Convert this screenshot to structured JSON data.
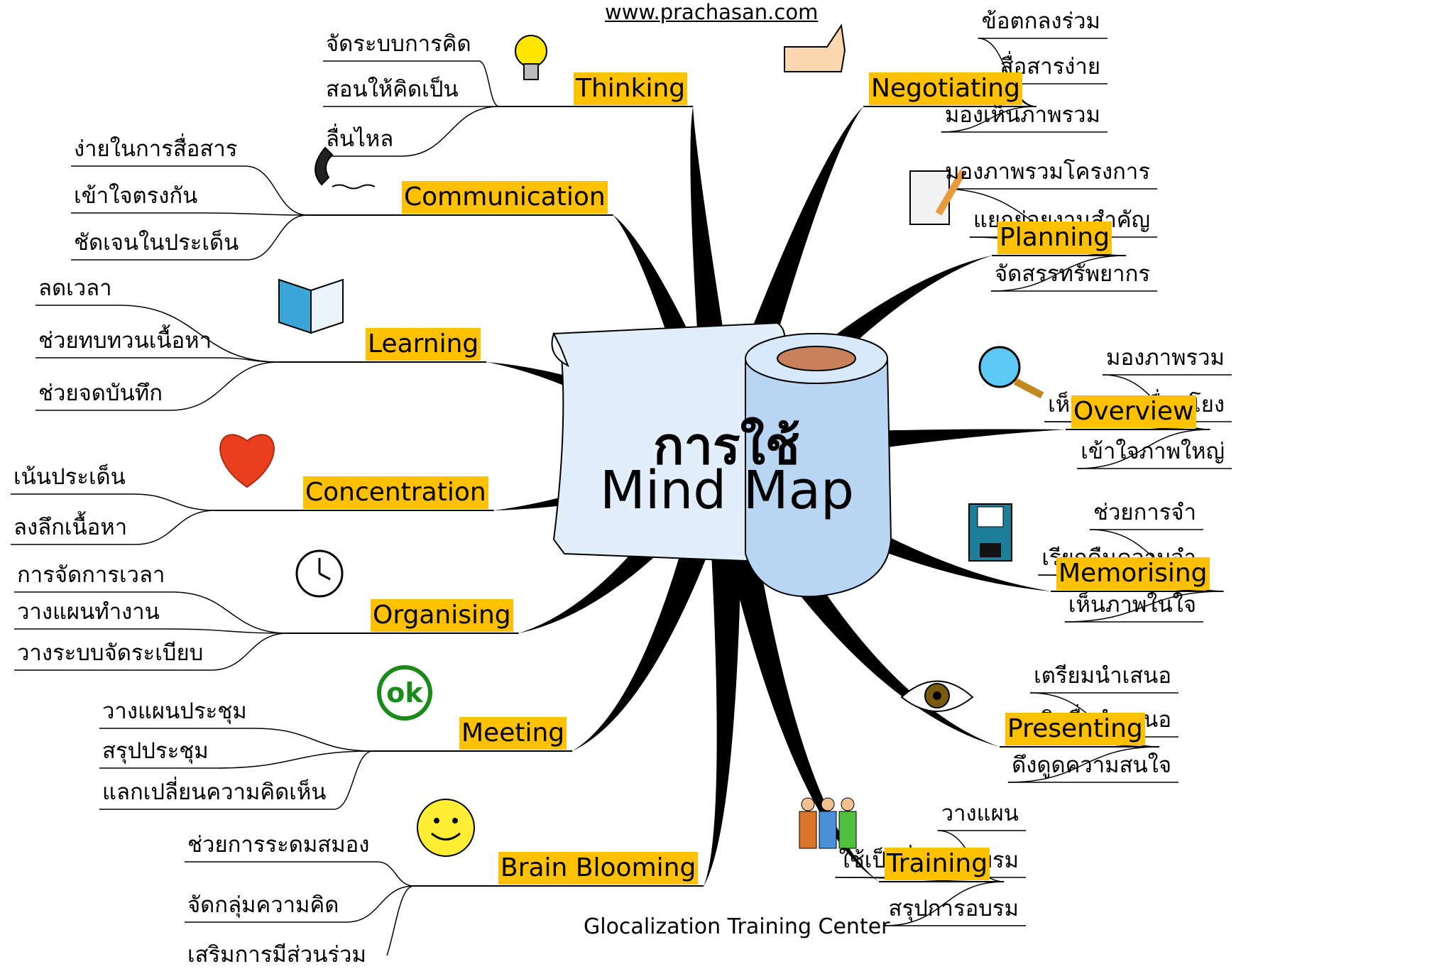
{
  "header": {
    "url": "www.prachasan.com"
  },
  "footer": {
    "text": "Glocalization Training Center"
  },
  "center": {
    "title_line1": "การใช้",
    "title_line2": "Mind Map"
  },
  "colors": {
    "topic_fill": "#ffc000",
    "branch": "#000000",
    "scroll_fill": "#d6e8fb",
    "scroll_core": "#c8815a"
  },
  "branches": [
    {
      "id": "thinking",
      "label": "Thinking",
      "icon": "light-bulb-icon",
      "subs": [
        "จัดระบบการคิด",
        "สอนให้คิดเป็น",
        "ลื่นไหล"
      ]
    },
    {
      "id": "communication",
      "label": "Communication",
      "icon": "telephone-icon",
      "subs": [
        "ง่ายในการสื่อสาร",
        "เข้าใจตรงกัน",
        "ชัดเจนในประเด็น"
      ]
    },
    {
      "id": "learning",
      "label": "Learning",
      "icon": "open-book-icon",
      "subs": [
        "ลดเวลา",
        "ช่วยทบทวนเนื้อหา",
        "ช่วยจดบันทึก"
      ]
    },
    {
      "id": "concentration",
      "label": "Concentration",
      "icon": "heart-icon",
      "subs": [
        "เน้นประเด็น",
        "ลงลึกเนื้อหา"
      ]
    },
    {
      "id": "organising",
      "label": "Organising",
      "icon": "alarm-clock-icon",
      "subs": [
        "การจัดการเวลา",
        "วางแผนทำงาน",
        "วางระบบจัดระเบียบ"
      ]
    },
    {
      "id": "meeting",
      "label": "Meeting",
      "icon": "ok-badge-icon",
      "icon_text": "ok",
      "subs": [
        "วางแผนประชุม",
        "สรุปประชุม",
        "แลกเปลี่ยนความคิดเห็น"
      ]
    },
    {
      "id": "brain-blooming",
      "label": "Brain Blooming",
      "icon": "smiley-face-icon",
      "subs": [
        "ช่วยการระดมสมอง",
        "จัดกลุ่มความคิด",
        "เสริมการมีส่วนร่วม"
      ]
    },
    {
      "id": "negotiating",
      "label": "Negotiating",
      "icon": "thumbs-up-icon",
      "subs": [
        "ข้อตกลงร่วม",
        "สื่อสารง่าย",
        "มองเห็นภาพรวม"
      ]
    },
    {
      "id": "planning",
      "label": "Planning",
      "icon": "notepad-pencil-icon",
      "subs": [
        "มองภาพรวมโครงการ",
        "แยกย่อยงานสำคัญ",
        "จัดสรรทรัพยากร"
      ]
    },
    {
      "id": "overview",
      "label": "Overview",
      "icon": "magnifier-icon",
      "subs": [
        "มองภาพรวม",
        "เห็นความเชื่อมโยง",
        "เข้าใจภาพใหญ่"
      ]
    },
    {
      "id": "memorising",
      "label": "Memorising",
      "icon": "floppy-disk-icon",
      "subs": [
        "ช่วยการจำ",
        "เรียกคืนความจำ",
        "เห็นภาพในใจ"
      ]
    },
    {
      "id": "presenting",
      "label": "Presenting",
      "icon": "eye-icon",
      "subs": [
        "เตรียมนำเสนอ",
        "ผลิตสื่อนำเสนอ",
        "ดึงดูดความสนใจ"
      ]
    },
    {
      "id": "training",
      "label": "Training",
      "icon": "people-group-icon",
      "subs": [
        "วางแผน",
        "ใช้เป็นสื่อการอบรม",
        "สรุปการอบรม"
      ]
    }
  ]
}
